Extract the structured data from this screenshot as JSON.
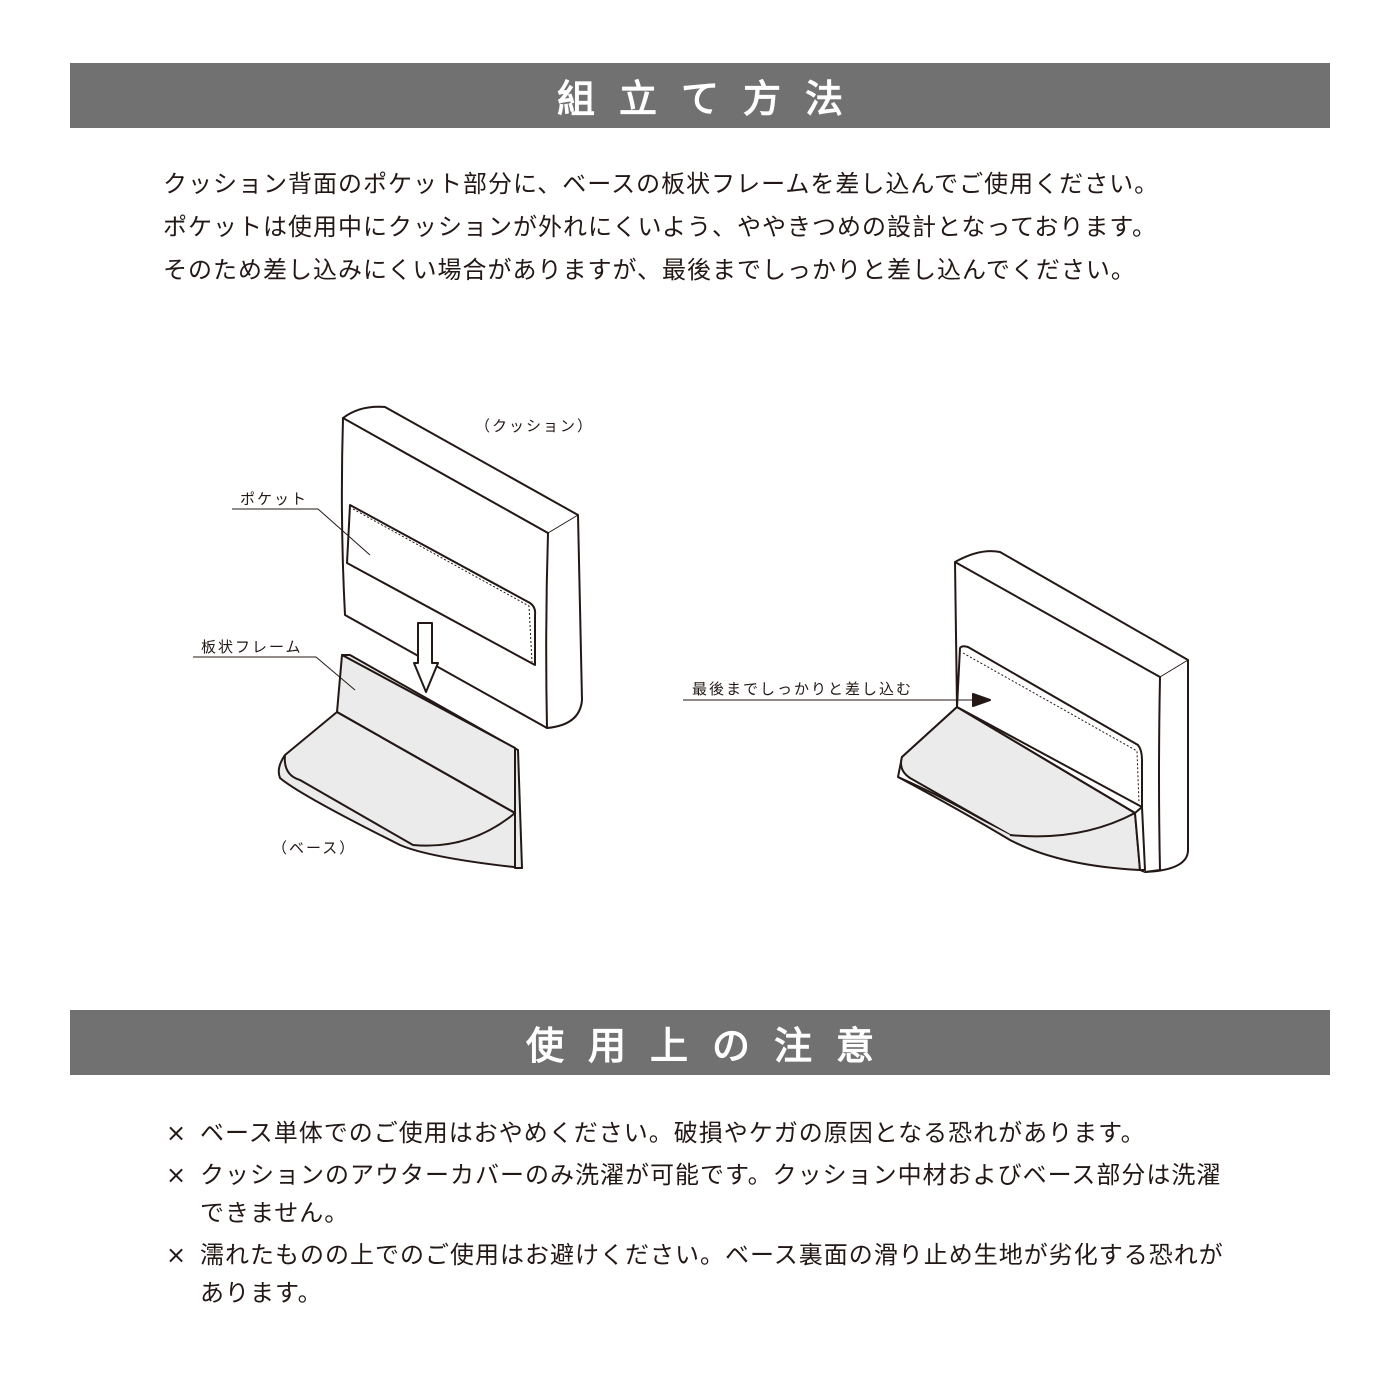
{
  "assembly": {
    "title": "組立て方法",
    "lines": [
      "クッション背面のポケット部分に、ベースの板状フレームを差し込んでご使用ください。",
      "ポケットは使用中にクッションが外れにくいよう、ややきつめの設計となっております。",
      "そのため差し込みにくい場合がありますが、最後までしっかりと差し込んでください。"
    ],
    "diagram": {
      "cushion_label": "（クッション）",
      "pocket_label": "ポケット",
      "frame_label": "板状フレーム",
      "base_label": "（ベース）",
      "insert_label": "最後までしっかりと差し込む"
    }
  },
  "cautions": {
    "title": "使用上の注意",
    "marker": "×",
    "items": [
      "ベース単体でのご使用はおやめください。破損やケガの原因となる恐れがあります。",
      "クッションのアウターカバーのみ洗濯が可能です。クッション中材およびベース部分は洗濯できません。",
      "濡れたものの上でのご使用はお避けください。ベース裏面の滑り止め生地が劣化する恐れがあります。"
    ]
  },
  "colors": {
    "bar": "#717171",
    "fill": "#ebebec",
    "line": "#231815"
  }
}
